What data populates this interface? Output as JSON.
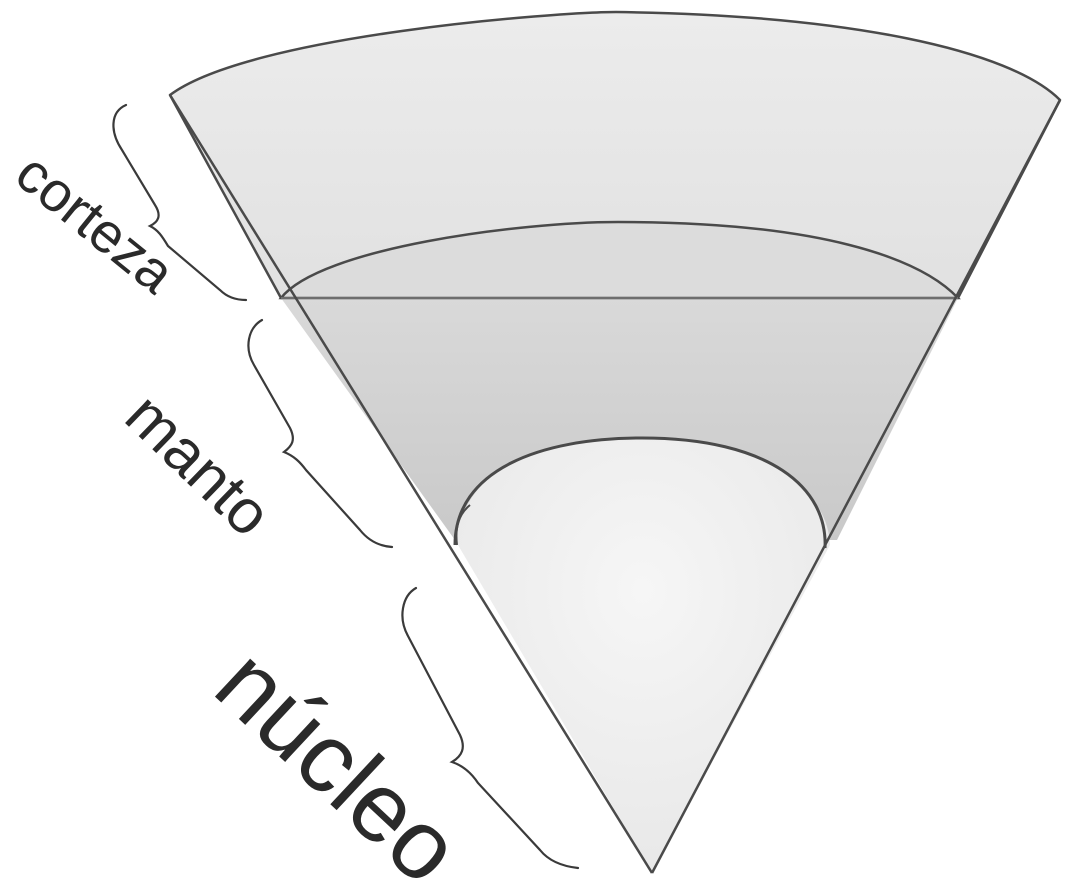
{
  "labels": {
    "crust": "corteza",
    "mantle": "manto",
    "core": "núcleo"
  },
  "colors": {
    "crust_fill": "#e7e7e7",
    "mantle_fill": "#d2d2d2",
    "core_fill": "#efefef",
    "outline": "#4a4a4a",
    "label_text": "#2a2a2a"
  }
}
